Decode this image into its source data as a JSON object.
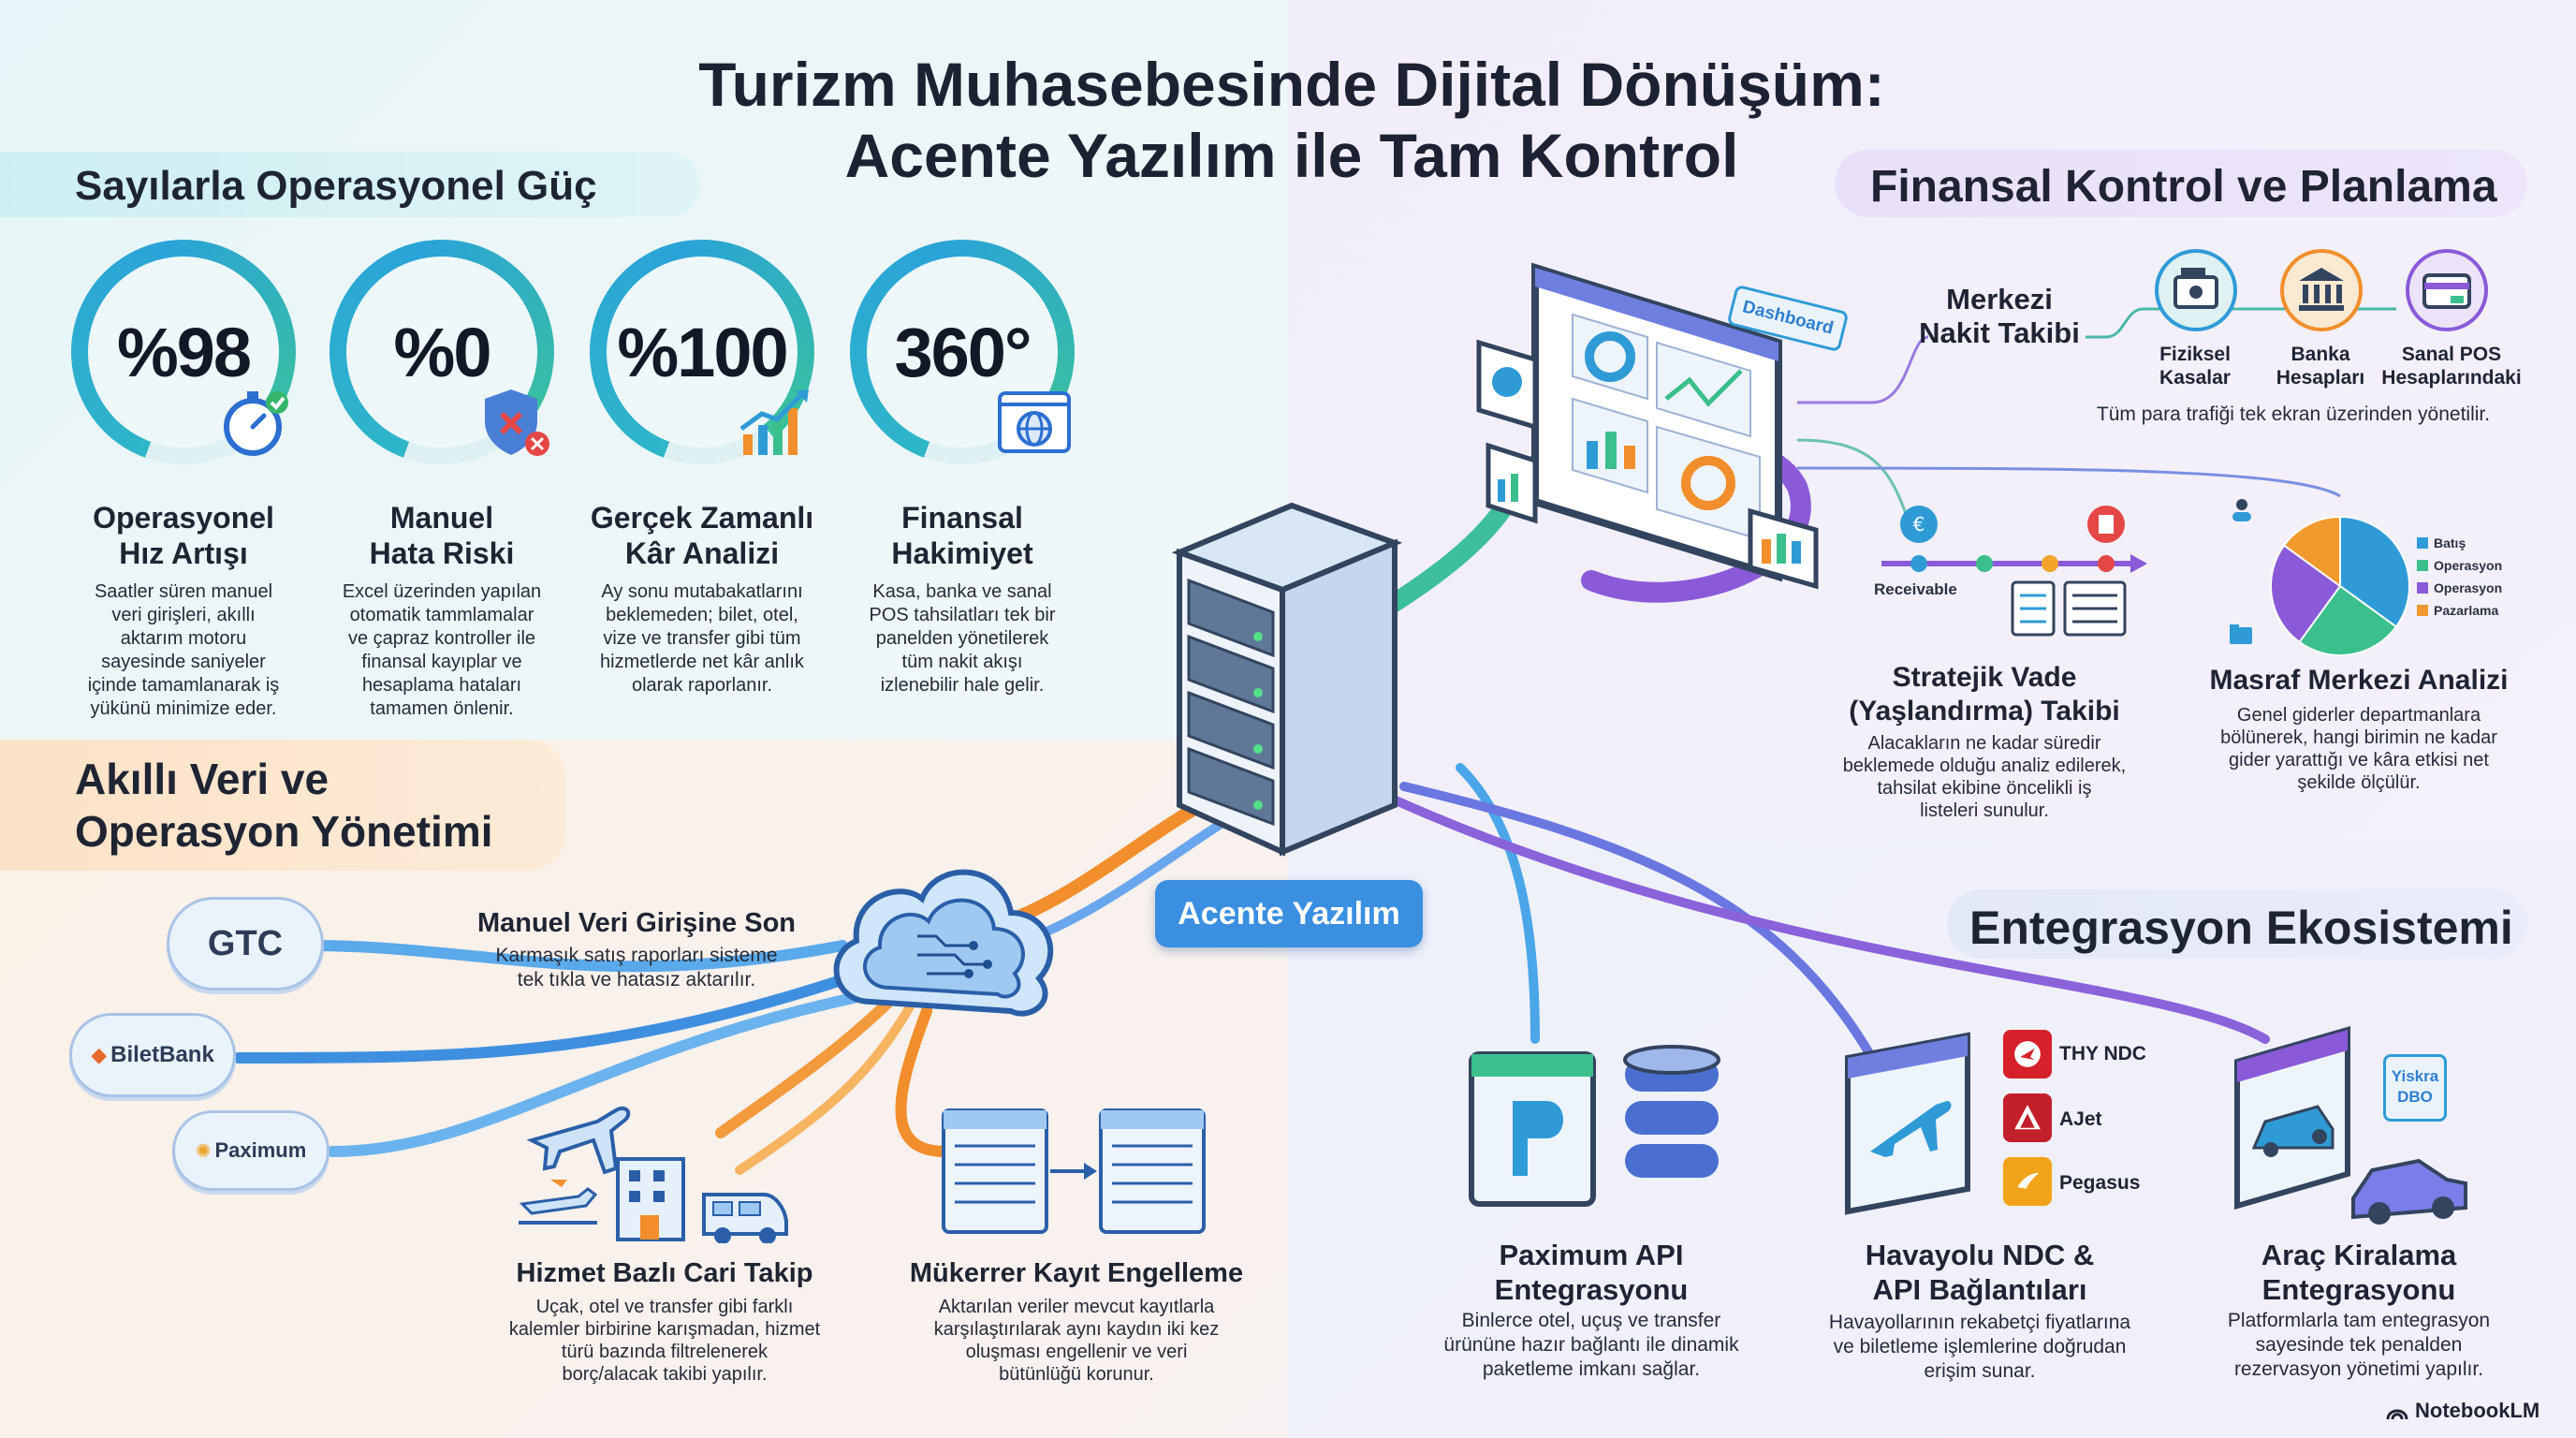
{
  "title_line1": "Turizm Muhasebesinde Dijital Dönüşüm:",
  "title_line2": "Acente Yazılım ile Tam Kontrol",
  "sections": {
    "operational": "Sayılarla Operasyonel Güç",
    "data_mgmt_line1": "Akıllı Veri ve",
    "data_mgmt_line2": "Operasyon Yönetimi",
    "finance": "Finansal Kontrol ve Planlama",
    "integration": "Entegrasyon Ekosistemi"
  },
  "stats": [
    {
      "value": "%98",
      "title_line1": "Operasyonel",
      "title_line2": "Hız Artışı",
      "icon": "stopwatch-icon",
      "desc": [
        "Saatler süren manuel",
        "veri girişleri, akıllı",
        "aktarım motoru",
        "sayesinde saniyeler",
        "içinde tamamlanarak iş",
        "yükünü minimize eder."
      ]
    },
    {
      "value": "%0",
      "title_line1": "Manuel",
      "title_line2": "Hata Riski",
      "icon": "shield-error-icon",
      "desc": [
        "Excel üzerinden yapılan",
        "otomatik tammlamalar",
        "ve çapraz kontroller ile",
        "finansal kayıplar ve",
        "hesaplama hataları",
        "tamamen önlenir."
      ]
    },
    {
      "value": "%100",
      "title_line1": "Gerçek Zamanlı",
      "title_line2": "Kâr Analizi",
      "icon": "growth-chart-icon",
      "desc": [
        "Ay sonu mutabakatlarını",
        "beklemeden; bilet, otel,",
        "vize ve transfer gibi tüm",
        "hizmetlerde net kâr anlık",
        "olarak raporlanır."
      ]
    },
    {
      "value": "360°",
      "title_line1": "Finansal",
      "title_line2": "Hakimiyet",
      "icon": "globe-window-icon",
      "desc": [
        "Kasa, banka ve sanal",
        "POS tahsilatları tek bir",
        "panelden yönetilerek",
        "tüm nakit akışı",
        "izlenebilir hale gelir."
      ]
    }
  ],
  "data_mgmt": {
    "sources": [
      "GTC",
      "BiletBank",
      "Paximum"
    ],
    "manual_entry_title": "Manuel Veri Girişine Son",
    "manual_entry_desc": [
      "Karmaşık satış raporları sisteme",
      "tek tıkla ve hatasız aktarılır."
    ],
    "service_title": "Hizmet Bazlı Cari Takip",
    "service_desc": [
      "Uçak, otel ve transfer gibi farklı",
      "kalemler birbirine karışmadan, hizmet",
      "türü bazında filtrelenerek",
      "borç/alacak takibi yapılır."
    ],
    "duplicate_title": "Mükerrer Kayıt Engelleme",
    "duplicate_desc": [
      "Aktarılan veriler mevcut kayıtlarla",
      "karşılaştırılarak aynı kaydın iki kez",
      "oluşması engellenir ve veri",
      "bütünlüğü korunur."
    ]
  },
  "hub": {
    "label": "Acente Yazılım",
    "dashboard_tag": "Dashboard"
  },
  "finance": {
    "cash_title_line1": "Merkezi",
    "cash_title_line2": "Nakit Takibi",
    "cash_items": [
      {
        "label_line1": "Fiziksel",
        "label_line2": "Kasalar",
        "icon": "cash-register-icon"
      },
      {
        "label_line1": "Banka",
        "label_line2": "Hesapları",
        "icon": "bank-icon"
      },
      {
        "label_line1": "Sanal POS",
        "label_line2": "Hesaplarındaki",
        "icon": "wallet-card-icon"
      }
    ],
    "cash_desc": "Tüm para trafiği tek ekran üzerinden yönetilir.",
    "aging_tag": "Receivable",
    "aging_title_line1": "Stratejik Vade",
    "aging_title_line2": "(Yaşlandırma) Takibi",
    "aging_desc": [
      "Alacakların ne kadar süredir",
      "beklemede olduğu analiz edilerek,",
      "tahsilat ekibine öncelikli iş",
      "listeleri sunulur."
    ],
    "cost_title": "Masraf Merkezi Analizi",
    "cost_desc": [
      "Genel giderler departmanlara",
      "bölünerek, hangi birimin ne kadar",
      "gider yarattığı ve kâra etkisi net",
      "şekilde ölçülür."
    ],
    "cost_legend": [
      {
        "label": "Batış",
        "color": "#2f9bd6"
      },
      {
        "label": "Operasyon",
        "color": "#3bbf8c"
      },
      {
        "label": "Operasyon",
        "color": "#8a5ad8"
      },
      {
        "label": "Pazarlama",
        "color": "#f29a2e"
      }
    ]
  },
  "cost_center_chart": {
    "type": "pie",
    "slices": [
      {
        "label": "Batış",
        "value": 35,
        "color": "#2f9bd6"
      },
      {
        "label": "Operasyon",
        "value": 25,
        "color": "#3bbf8c"
      },
      {
        "label": "Operasyon",
        "value": 25,
        "color": "#8a5ad8"
      },
      {
        "label": "Pazarlama",
        "value": 15,
        "color": "#f29a2e"
      }
    ]
  },
  "integration": {
    "paximum_title_line1": "Paximum API",
    "paximum_title_line2": "Entegrasyonu",
    "paximum_desc": [
      "Binlerce otel, uçuş ve transfer",
      "ürününe hazır bağlantı ile dinamik",
      "paketleme imkanı sağlar."
    ],
    "airline_title_line1": "Havayolu NDC &",
    "airline_title_line2": "API Bağlantıları",
    "airline_desc": [
      "Havayollarının rekabetçi fiyatlarına",
      "ve biletleme işlemlerine doğrudan",
      "erişim sunar."
    ],
    "airlines": [
      {
        "name": "THY NDC",
        "color": "#d6202a"
      },
      {
        "name": "AJet",
        "color": "#c21f2a"
      },
      {
        "name": "Pegasus",
        "color": "#f3a31a"
      }
    ],
    "car_title_line1": "Araç Kiralama",
    "car_title_line2": "Entegrasyonu",
    "car_desc": [
      "Platformlarla tam entegrasyon",
      "sayesinde tek penalden",
      "rezervasyon yönetimi yapılır."
    ],
    "car_tag_line1": "Yiskra",
    "car_tag_line2": "DBO"
  },
  "brand": "NotebookLM"
}
